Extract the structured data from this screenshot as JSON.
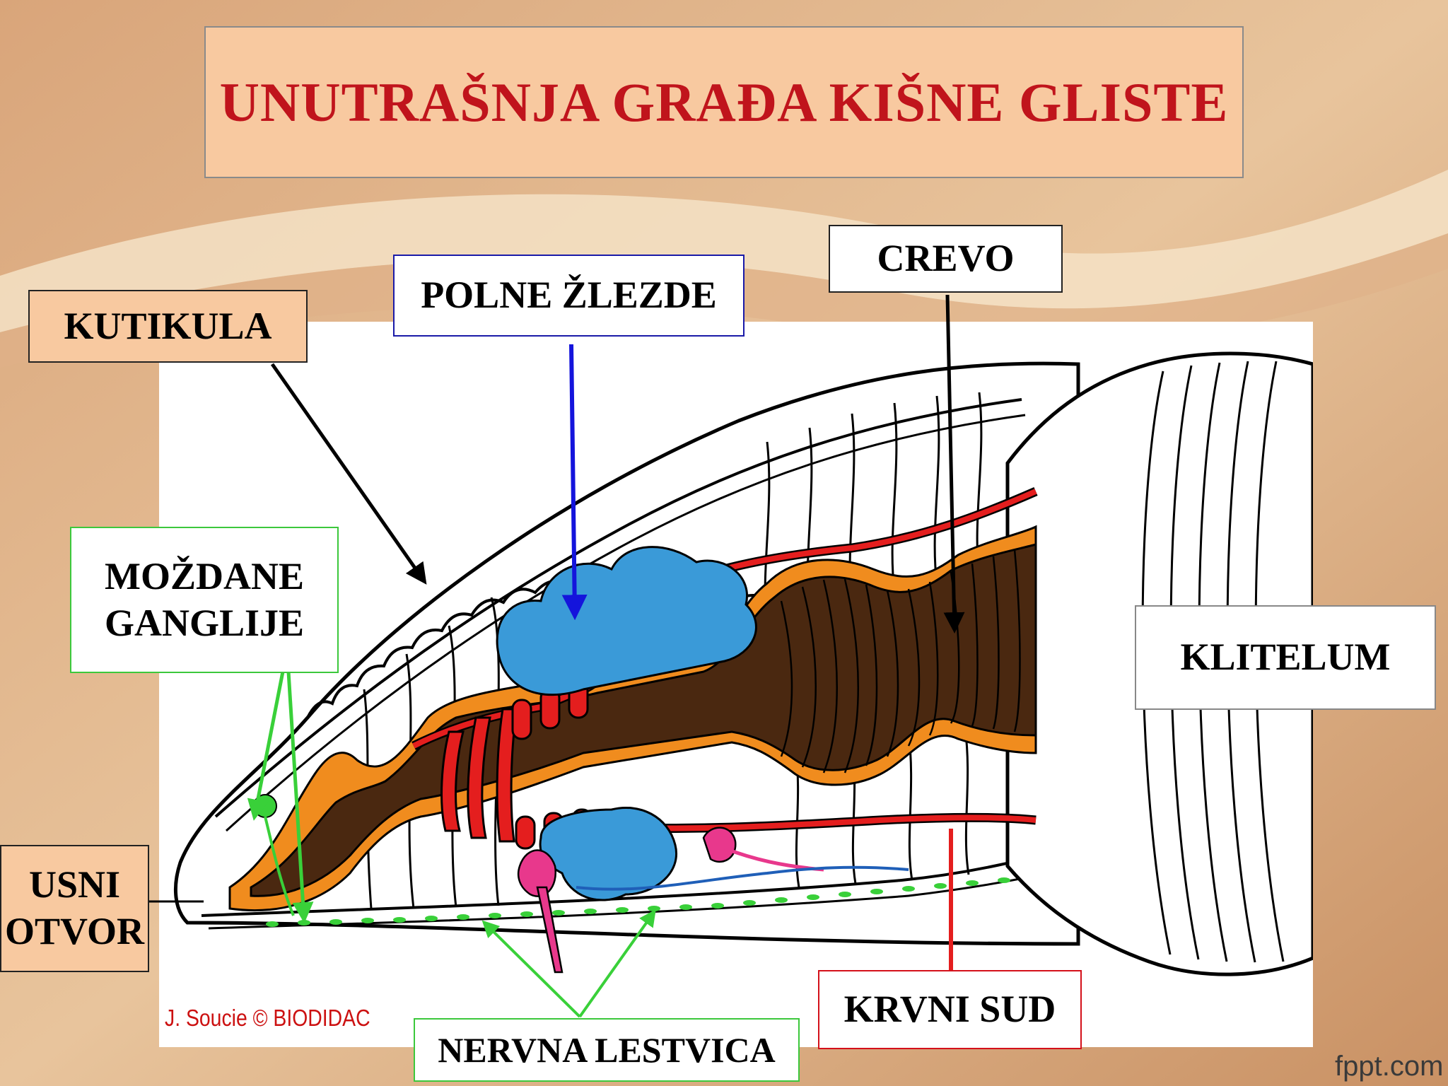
{
  "title": "UNUTRAŠNJA GRAĐA KIŠNE GLISTE",
  "labels": {
    "kutikula": "KUTIKULA",
    "polne_zlezde": "POLNE ŽLEZDE",
    "crevo": "CREVO",
    "mozdane_line1": "MOŽDANE",
    "mozdane_line2": "GANGLIJE",
    "klitelum": "KLITELUM",
    "usni_line1": "USNI",
    "usni_line2": "OTVOR",
    "krvni_sud": "KRVNI SUD",
    "nervna_lestvica": "NERVNA LESTVICA"
  },
  "credit": "J. Soucie © BIODIDAC",
  "brand": "fppt.com",
  "colors": {
    "title_text": "#c0141c",
    "title_box": "#f8c9a0",
    "label_peach": "#f8c9a0",
    "polne_border": "#1a1aa8",
    "mozdane_border": "#3cc83c",
    "krvni_border": "#d4101a",
    "gut_brown": "#4a2810",
    "gut_orange": "#f08c1e",
    "vessel_red": "#e41e1e",
    "gland_blue": "#3a9ad8",
    "nerve_green": "#39d039"
  }
}
